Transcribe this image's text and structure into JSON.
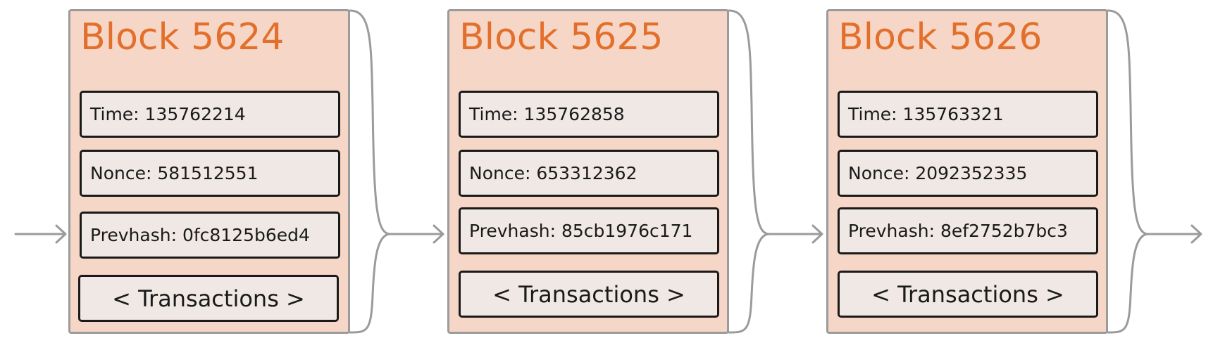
{
  "colors": {
    "block_fill": "#f6d6c6",
    "block_border": "#9b9b9b",
    "title": "#e2702c",
    "field_fill": "#efe8e4",
    "field_border": "#1a1a1a",
    "connector": "#9b9b9b"
  },
  "blocks": [
    {
      "title": "Block 5624",
      "time": "Time: 135762214",
      "nonce": "Nonce: 581512551",
      "prevhash": "Prevhash: 0fc8125b6ed4",
      "transactions": "< Transactions >"
    },
    {
      "title": "Block 5625",
      "time": "Time: 135762858",
      "nonce": "Nonce: 653312362",
      "prevhash": "Prevhash: 85cb1976c171",
      "transactions": "< Transactions >"
    },
    {
      "title": "Block 5626",
      "time": "Time: 135763321",
      "nonce": "Nonce: 2092352335",
      "prevhash": "Prevhash: 8ef2752b7bc3",
      "transactions": "< Transactions >"
    }
  ]
}
